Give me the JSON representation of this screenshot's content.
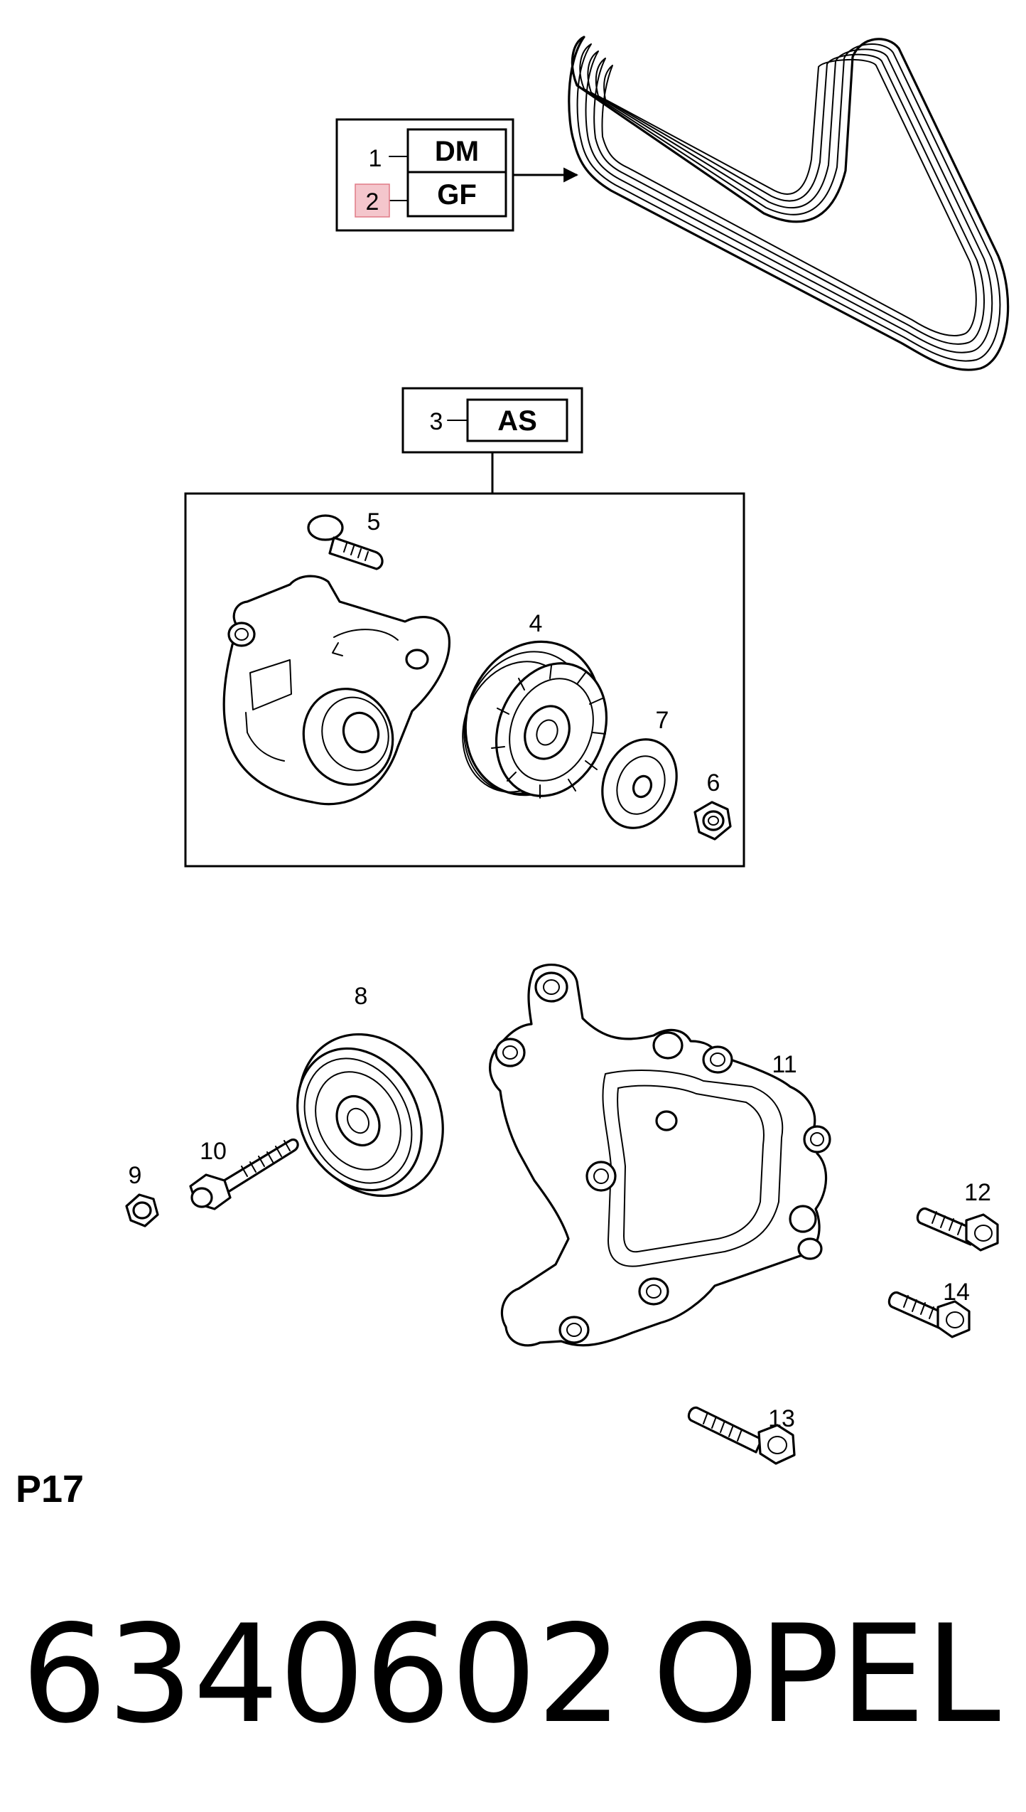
{
  "figure_id": "P17",
  "part_number": "6340602",
  "brand": "OPEL",
  "accent_color": "#f4c6cc",
  "callouts": {
    "c1": "1",
    "c2": "2",
    "c3": "3",
    "c4": "4",
    "c5": "5",
    "c6": "6",
    "c7": "7",
    "c8": "8",
    "c9": "9",
    "c10": "10",
    "c11": "11",
    "c12": "12",
    "c13": "13",
    "c14": "14"
  },
  "codes": {
    "dm": "DM",
    "gf": "GF",
    "as": "AS"
  },
  "highlighted_callout": "2"
}
